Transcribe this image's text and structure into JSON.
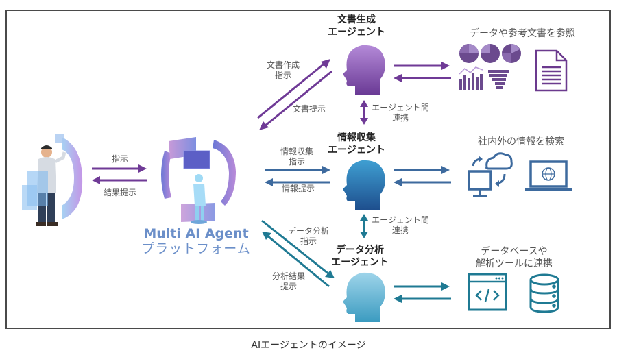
{
  "caption": "AIエージェントのイメージ",
  "colors": {
    "purple": "#6f3a96",
    "blue": "#3d6a9e",
    "teal": "#1f7a93",
    "platform_text": "#6b8fc9",
    "frame": "#4a4a4a"
  },
  "user_link": {
    "to_platform": "指示",
    "from_platform": "結果提示"
  },
  "platform": {
    "line1": "Multi AI Agent",
    "line2": "プラットフォーム"
  },
  "agents": [
    {
      "name_line1": "文書生成",
      "name_line2": "エージェント",
      "instruction_label_line1": "文書作成",
      "instruction_label_line2": "指示",
      "return_label_line1": "文書提示",
      "return_label_line2": "",
      "resource_label_line1": "データや参考文書を参照",
      "resource_label_line2": "",
      "resource_icons": [
        "pie-charts-icon",
        "bar-line-chart-icon",
        "funnel-chart-icon",
        "document-icon"
      ]
    },
    {
      "name_line1": "情報収集",
      "name_line2": "エージェント",
      "instruction_label_line1": "情報収集",
      "instruction_label_line2": "指示",
      "return_label_line1": "情報提示",
      "return_label_line2": "",
      "resource_label_line1": "社内外の情報を検索",
      "resource_label_line2": "",
      "resource_icons": [
        "cloud-sync-icon",
        "desktop-monitor-icon",
        "laptop-globe-icon"
      ]
    },
    {
      "name_line1": "データ分析",
      "name_line2": "エージェント",
      "instruction_label_line1": "データ分析",
      "instruction_label_line2": "指示",
      "return_label_line1": "分析結果",
      "return_label_line2": "提示",
      "resource_label_line1": "データベースや",
      "resource_label_line2": "解析ツールに連携",
      "resource_icons": [
        "code-window-icon",
        "database-icon"
      ]
    }
  ],
  "inter_agent": [
    {
      "line1": "エージェント間",
      "line2": "連携"
    },
    {
      "line1": "エージェント間",
      "line2": "連携"
    }
  ]
}
